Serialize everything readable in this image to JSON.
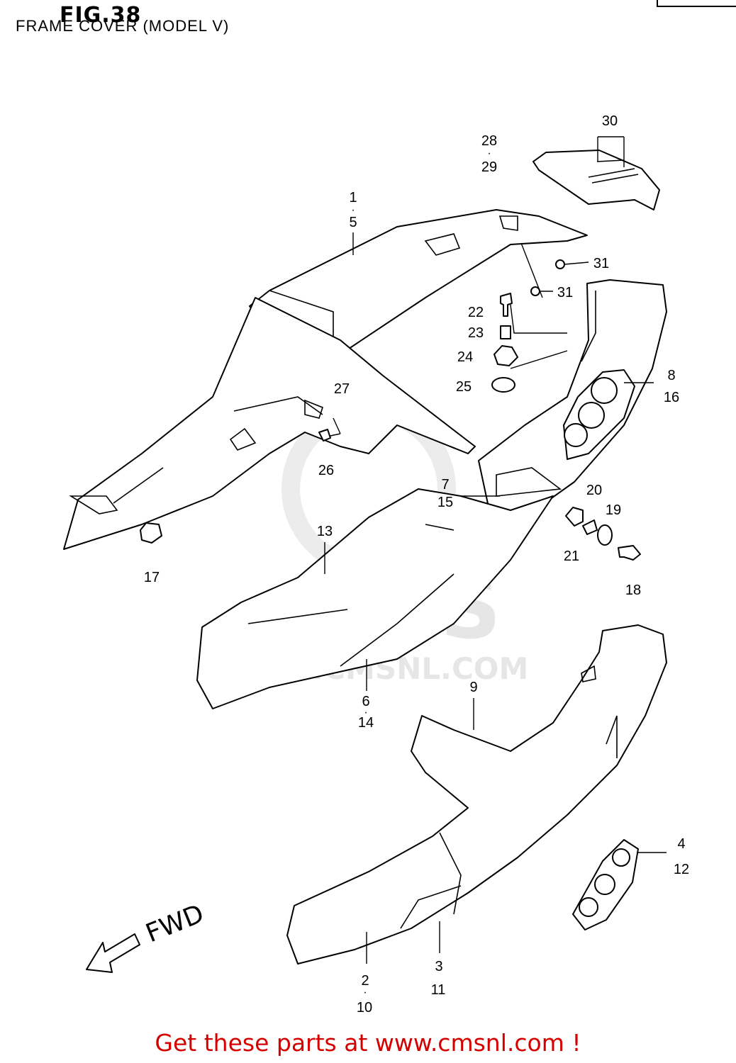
{
  "figure": {
    "title": "FIG.38",
    "subtitle": "FRAME COVER (MODEL V)"
  },
  "watermark": {
    "brand": "CMS",
    "url": "WWW.CMSNL.COM"
  },
  "direction_label": "FWD",
  "callouts": {
    "c1": "1",
    "c5": "5",
    "c28": "28",
    "c29": "29",
    "c30": "30",
    "c31a": "31",
    "c31b": "31",
    "c22": "22",
    "c23": "23",
    "c24": "24",
    "c25": "25",
    "c27": "27",
    "c26": "26",
    "c8": "8",
    "c16": "16",
    "c7": "7",
    "c15": "15",
    "c20": "20",
    "c19": "19",
    "c21": "21",
    "c18": "18",
    "c13": "13",
    "c17": "17",
    "c6": "6",
    "c14": "14",
    "c9": "9",
    "c4": "4",
    "c12": "12",
    "c2": "2",
    "c10": "10",
    "c3": "3",
    "c11": "11"
  },
  "footer_text": "Get these parts at www.cmsnl.com !",
  "colors": {
    "ink": "#000000",
    "watermark": "#e6e6e6",
    "footer": "#d40000"
  }
}
